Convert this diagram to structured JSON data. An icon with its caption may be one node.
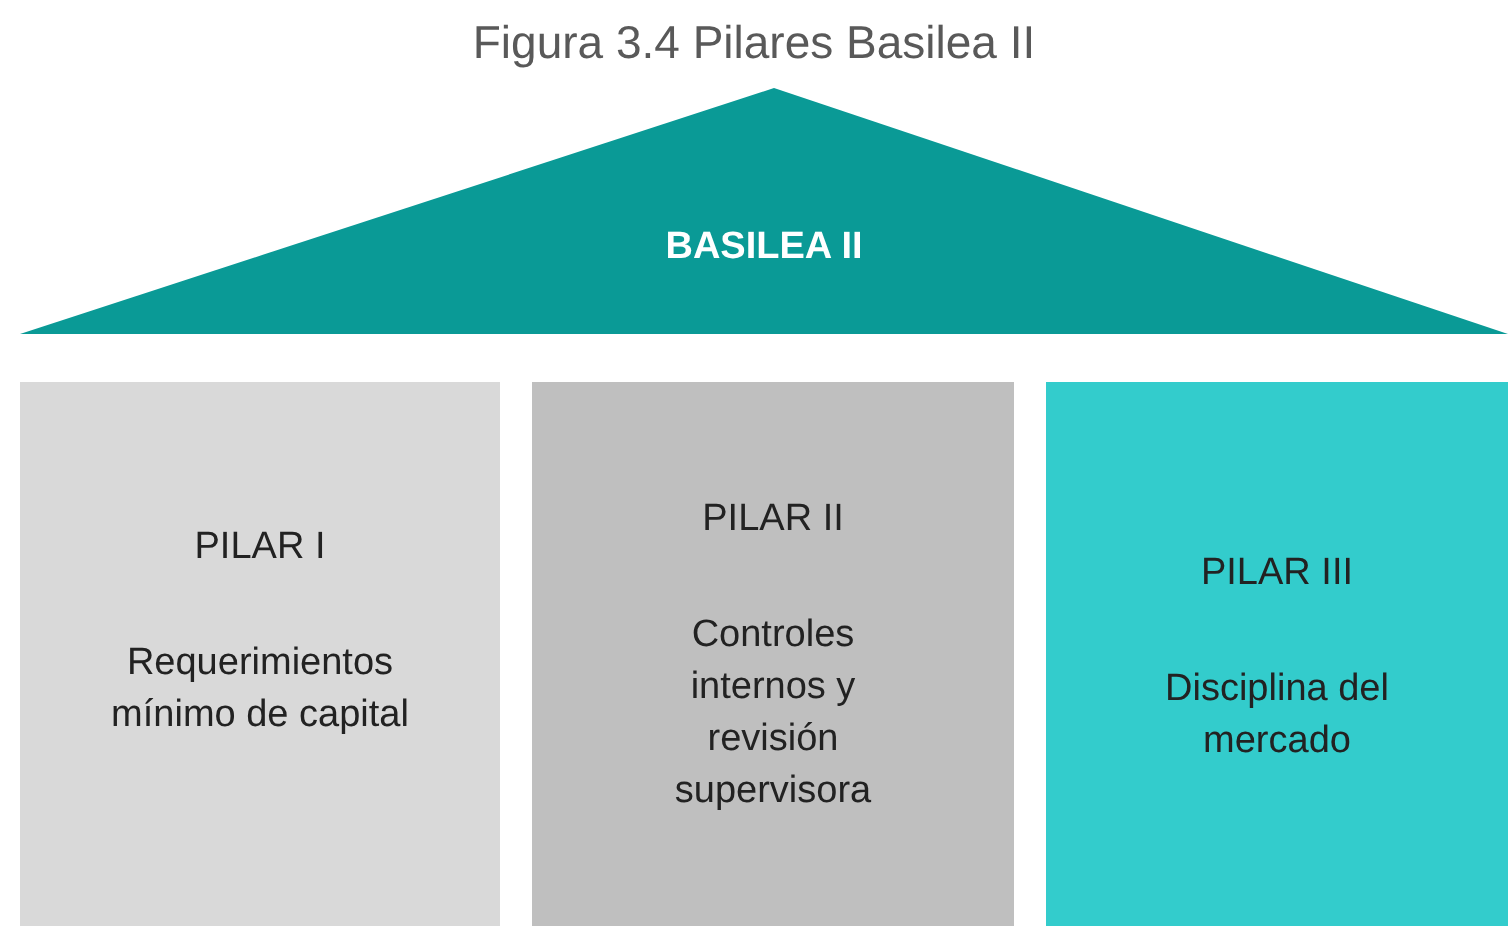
{
  "diagram": {
    "title": "Figura 3.4 Pilares Basilea II",
    "nodes": [
      {
        "text": [
          "BASILEA II"
        ]
      },
      {
        "text": [
          "PILAR I",
          "Requerimientos mínimo de capital"
        ]
      },
      {
        "text": [
          "PILAR II",
          "Controles internos y revisión supervisora"
        ]
      },
      {
        "text": [
          "PILAR III",
          "Disciplina del mercado"
        ]
      }
    ]
  }
}
